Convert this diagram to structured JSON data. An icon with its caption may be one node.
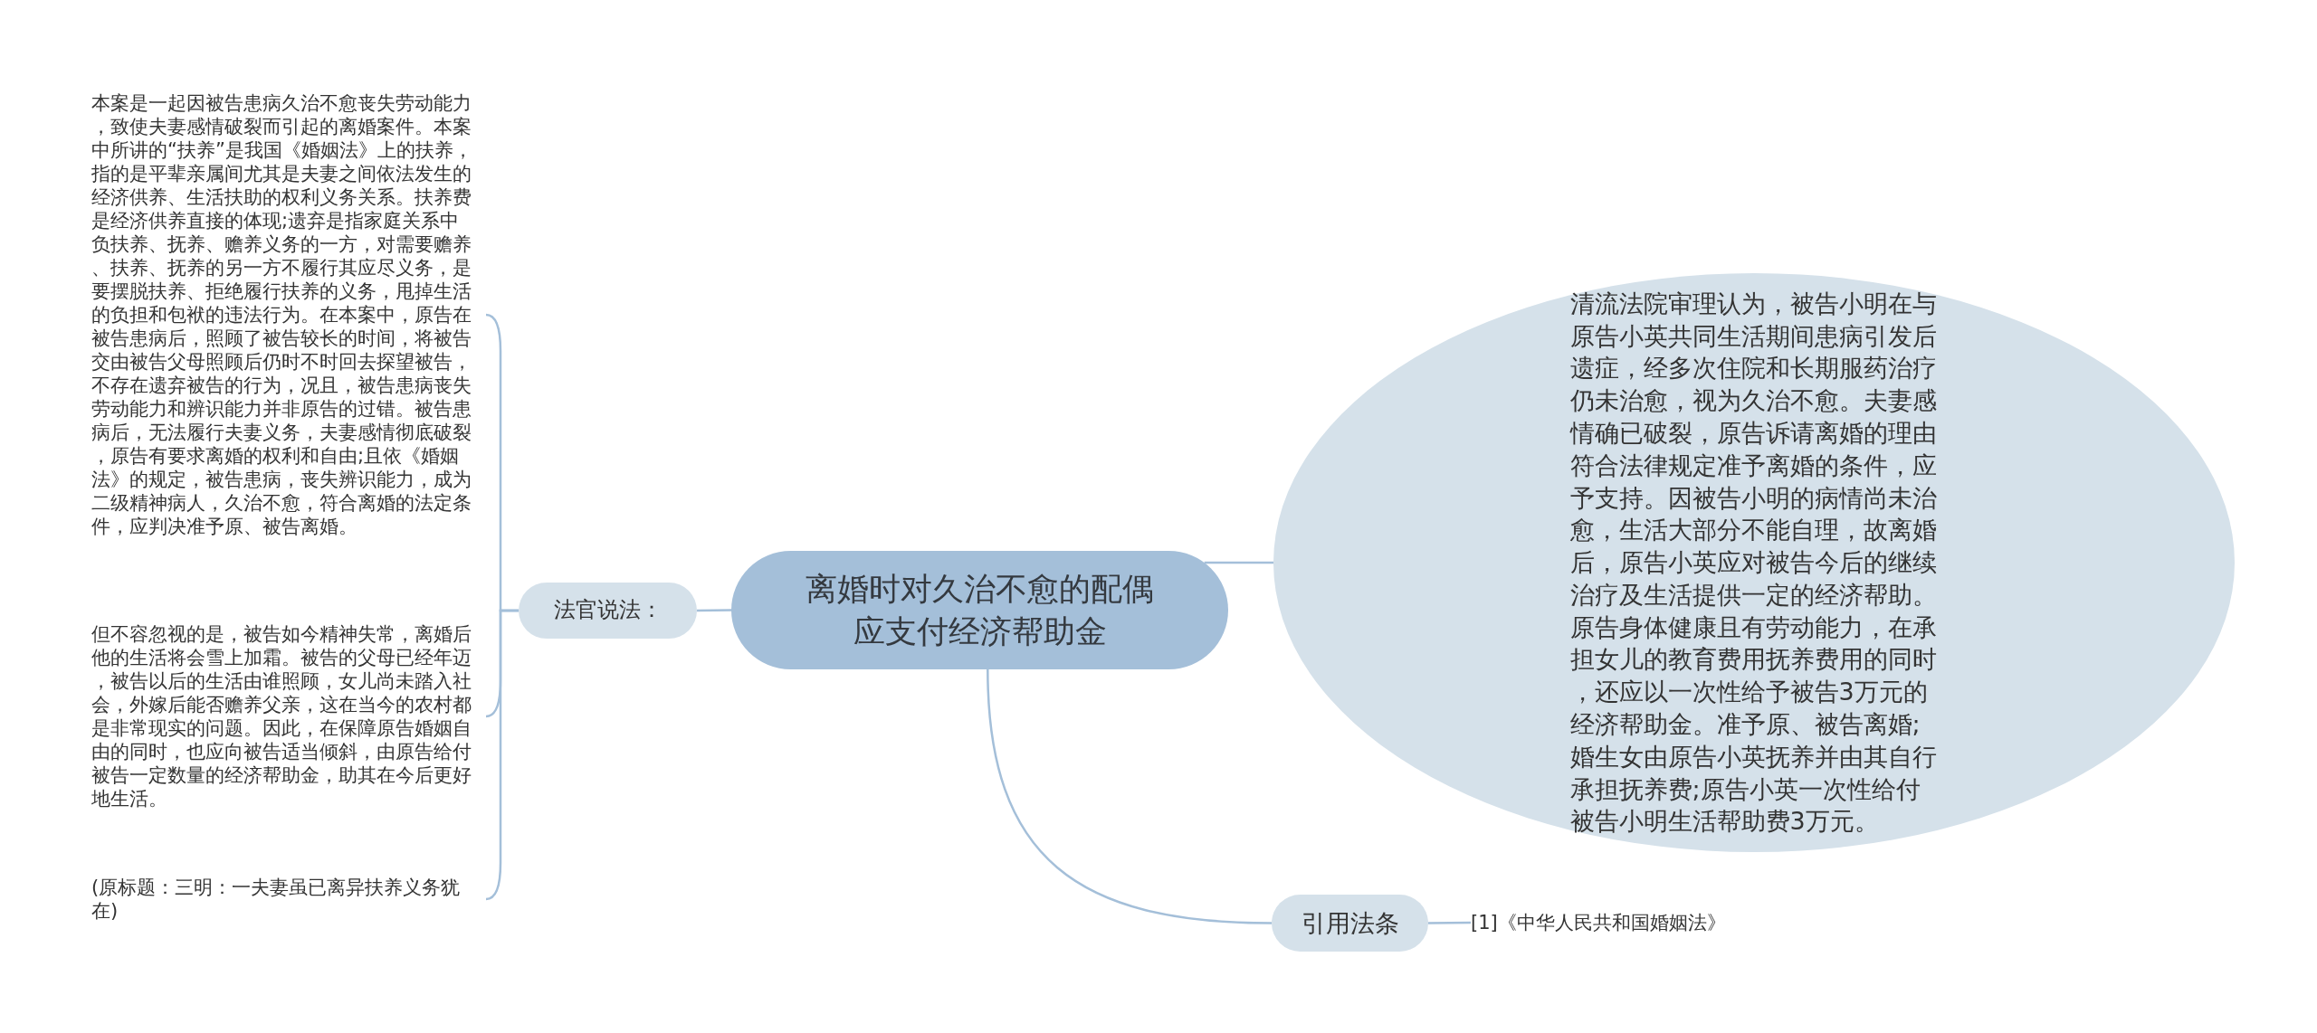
{
  "diagram": {
    "nodes": [
      {
        "text": [
          "离婚时对久治不愈的配偶应支付经济帮助金"
        ]
      },
      {
        "text": [
          "法官说法："
        ]
      },
      {
        "text": [
          "本案是一起因被告患病久治不愈丧失劳动能力，致使夫妻感情破裂而引起的离婚案件。本案中所讲的“扶养”是我国《婚姻法》上的扶养，指的是平辈亲属间尤其是夫妻之间依法发生的经济供养、生活扶助的权利义务关系。扶养费是经济供养直接的体现;遗弃是指家庭关系中负扶养、抚养、赡养义务的一方，对需要赡养、扶养、抚养的另一方不履行其应尽义务，是要摆脱扶养、拒绝履行扶养的义务，甩掉生活的负担和包袱的违法行为。在本案中，原告在被告患病后，照顾了被告较长的时间，将被告交由被告父母照顾后仍时不时回去探望被告，不存在遗弃被告的行为，况且，被告患病丧失劳动能力和辨识能力并非原告的过错。被告患病后，无法履行夫妻义务，夫妻感情彻底破裂，原告有要求离婚的权利和自由;且依《婚姻法》的规定，被告患病，丧失辨识能力，成为二级精神病人，久治不愈，符合离婚的法定条件，应判决准予原、被告离婚。"
        ]
      },
      {
        "text": [
          "但不容忽视的是，被告如今精神失常，离婚后他的生活将会雪上加霜。被告的父母已经年迈，被告以后的生活由谁照顾，女儿尚未踏入社会，外嫁后能否赡养父亲，这在当今的农村都是非常现实的问题。因此，在保障原告婚姻自由的同时，也应向被告适当倾斜，由原告给付被告一定数量的经济帮助金，助其在今后更好地生活。"
        ]
      },
      {
        "text": [
          "(原标题：三明：一夫妻虽已离异扶养义务犹在)"
        ]
      },
      {
        "text": [
          "清流法院审理认为，被告小明在与原告小英共同生活期间患病引发后遗症，经多次住院和长期服药治疗仍未治愈，视为久治不愈。夫妻感情确已破裂，原告诉请离婚的理由符合法律规定准予离婚的条件，应予支持。因被告小明的病情尚未治愈，生活大部分不能自理，故离婚后，原告小英应对被告今后的继续治疗及生活提供一定的经济帮助。原告身体健康且有劳动能力，在承担女儿的教育费用抚养费用的同时，还应以一次性给予被告3万元的经济帮助金。准予原、被告离婚;婚生女由原告小英抚养并由其自行承担抚养费;原告小英一次性给付被告小明生活帮助费3万元。"
        ]
      },
      {
        "text": [
          "引用法条"
        ]
      },
      {
        "text": [
          "[1]《中华人民共和国婚姻法》"
        ]
      }
    ],
    "edges": [
      {
        "from": 0,
        "to": 1,
        "arrow": "none"
      },
      {
        "from": 1,
        "to": 2,
        "arrow": "none"
      },
      {
        "from": 1,
        "to": 3,
        "arrow": "none"
      },
      {
        "from": 1,
        "to": 4,
        "arrow": "none"
      },
      {
        "from": 0,
        "to": 5,
        "arrow": "none"
      },
      {
        "from": 0,
        "to": 6,
        "arrow": "none"
      },
      {
        "from": 6,
        "to": 7,
        "arrow": "none"
      }
    ]
  }
}
